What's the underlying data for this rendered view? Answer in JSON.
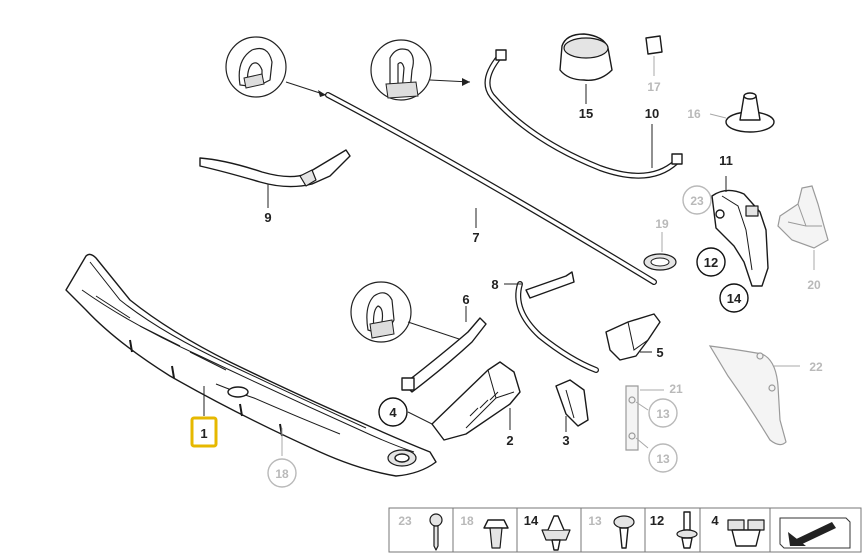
{
  "labels": {
    "p1": "1",
    "p2": "2",
    "p3": "3",
    "p4": "4",
    "p5": "5",
    "p6": "6",
    "p7": "7",
    "p8": "8",
    "p9": "9",
    "p10": "10",
    "p11": "11",
    "p12": "12",
    "p13a": "13",
    "p13b": "13",
    "p14": "14",
    "p15": "15",
    "p16": "16",
    "p17": "17",
    "p18": "18",
    "p19": "19",
    "p20": "20",
    "p21": "21",
    "p22": "22",
    "p23": "23"
  },
  "legend": {
    "items": [
      "23",
      "18",
      "14",
      "13",
      "12",
      "4"
    ]
  },
  "colors": {
    "highlight": "#e6b800",
    "greyed_label": "#b9b9b9"
  }
}
